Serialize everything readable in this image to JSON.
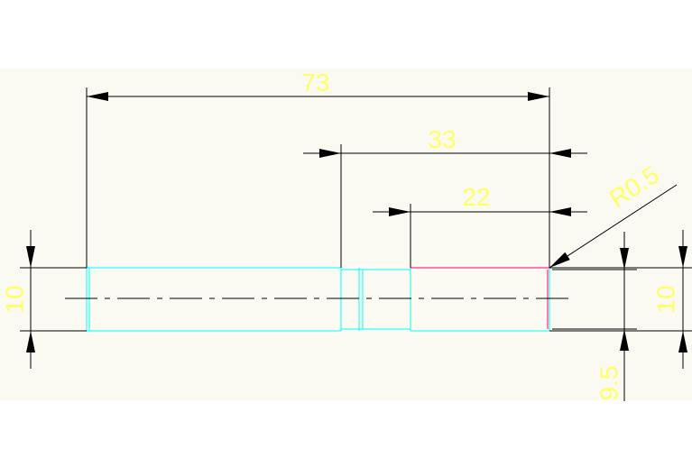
{
  "colors": {
    "page_bg": "#ffffff",
    "drawing_bg": "#fafaf2",
    "dimension_line": "#000000",
    "dimension_text": "#ffff66",
    "part_outline": "#00ffff",
    "accent_edge": "#ff0066",
    "center_line": "#000000"
  },
  "dimensions": {
    "overall_length": "73",
    "mid_length": "33",
    "end_length": "22",
    "fillet_radius": "R0.5",
    "left_diameter": "10",
    "right_diameter": "10",
    "shoulder_diameter": "9.5"
  }
}
